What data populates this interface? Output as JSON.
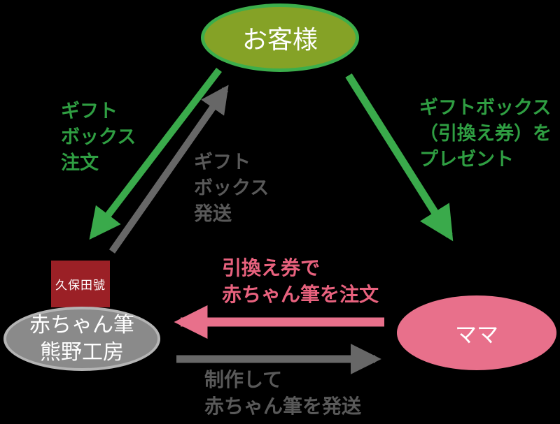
{
  "colors": {
    "background": "#000000",
    "green_arrow": "#3aaa4b",
    "green_text": "#2f9e42",
    "customer_fill": "#85a226",
    "customer_border": "#3cae4b",
    "gray_arrow": "#676767",
    "gray_text": "#595959",
    "workshop_fill": "#8a8a8a",
    "workshop_border": "#b4b4b4",
    "pink": "#e8708b",
    "pink_text": "#e8627e",
    "logo_red": "#9b2026",
    "node_text": "#ffffff"
  },
  "nodes": {
    "customer": {
      "label": "お客様"
    },
    "workshop": {
      "logo_text": "久保田號",
      "label_line1": "赤ちゃん筆",
      "label_line2": "熊野工房"
    },
    "mama": {
      "label": "ママ"
    }
  },
  "labels": {
    "gift_order": {
      "line1": "ギフト",
      "line2": "ボックス",
      "line3": "注文"
    },
    "gift_ship": {
      "line1": "ギフト",
      "line2": "ボックス",
      "line3": "発送"
    },
    "gift_present": {
      "line1": "ギフトボックス",
      "line2": "（引換え券）を",
      "line3": "プレゼント"
    },
    "voucher_order": {
      "line1": "引換え券で",
      "line2": "赤ちゃん筆を注文"
    },
    "brush_ship": {
      "line1": "制作して",
      "line2": "赤ちゃん筆を発送"
    }
  }
}
